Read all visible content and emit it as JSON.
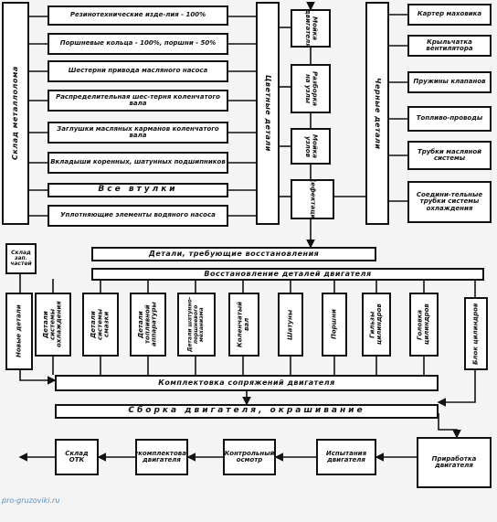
{
  "left_group_label": "Склад металлолома",
  "non_ferrous_label": "Цветные детали",
  "ferrous_label": "Черные детали",
  "scrap_items": [
    "Резинотехнические изде-лия - 100%",
    "Поршневые кольца - 100%, поршни - 50%",
    "Шестерни привода масляного насоса",
    "Распределительная шес-терня коленчатого вала",
    "Заглушки масляных карманов коленчатого вала",
    "Вкладыши коренных, шатунных подшипников",
    "Все втулки",
    "Уплотняющие элементы водяного насоса"
  ],
  "process_column": [
    "Мойка двигателя",
    "Разборка на узлы",
    "Мойка узлов",
    "Дефектация"
  ],
  "right_items": [
    "Картер маховика",
    "Крыльчатка вентилятора",
    "Пружины клапанов",
    "Топливо-проводы",
    "Трубки масляной системы",
    "Соедини-тельные трубки системы охлаждения"
  ],
  "spare_parts_warehouse": "Склад зап. частей",
  "new_parts": "Новые детали",
  "parts_requiring_restoration": "Детали, требующие восстановления",
  "parts_restoration": "Восстановление деталей двигателя",
  "restoration_items": [
    "Детали системы охлаждения",
    "Детали системы смазки",
    "Детали топливной аппаратуры",
    "Детали шатунно-поршневого механизма",
    "Коленчатый вал",
    "Шатуны",
    "Поршни",
    "Гильзы цилиндров",
    "Головка цилиндров",
    "Блок цилиндров"
  ],
  "engine_kitting": "Комплектовка сопряжений двигателя",
  "engine_assembly": "Сборка двигателя, окрашивание",
  "bottom_flow": [
    "Склад ОТК",
    "Доукомплектование двигателя",
    "Контрольный осмотр",
    "Испытания двигателя",
    "Приработка двигателя"
  ],
  "watermark": "pro-gruzoviki.ru"
}
